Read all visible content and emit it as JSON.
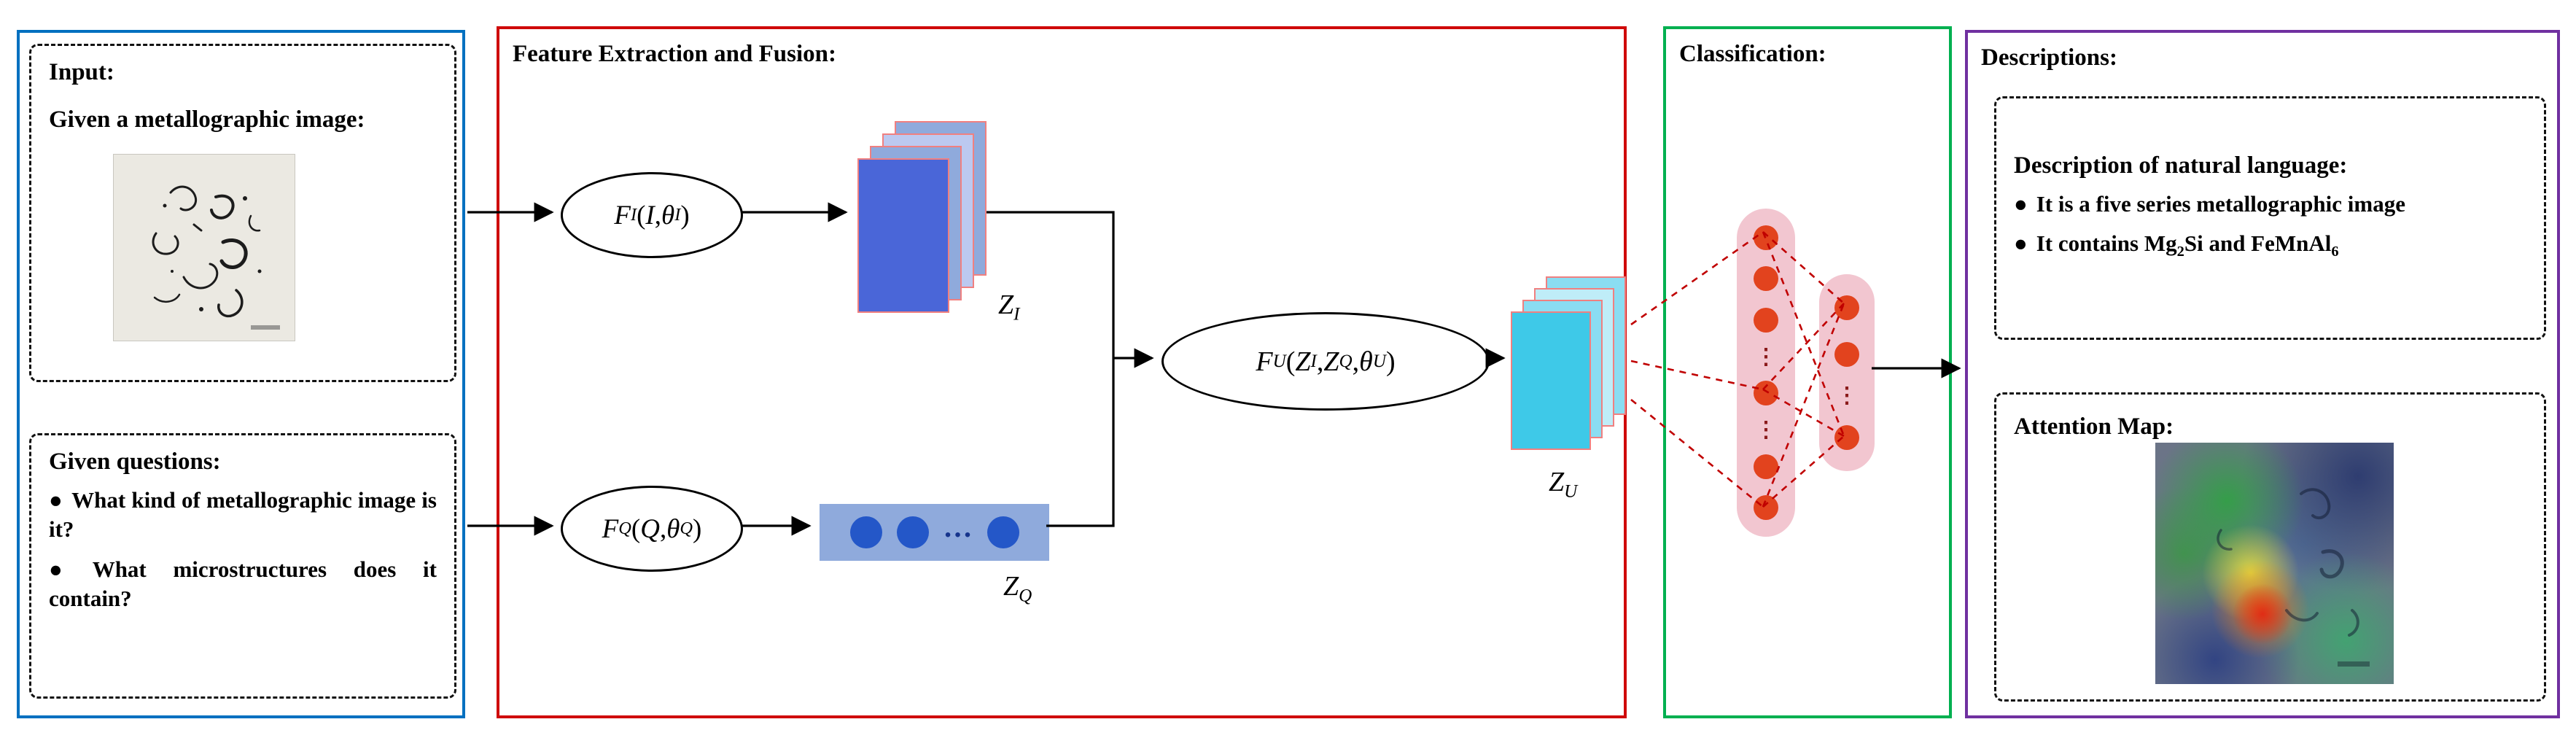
{
  "colors": {
    "blue": "#0070C0",
    "red": "#CF0A0A",
    "green": "#00B050",
    "purple": "#7030A0",
    "stack-front": "#4A66D8",
    "stack-mid": "#8FAADC",
    "stack-light": "#BCC9F0",
    "stack-border": "#F08080",
    "cyan-front": "#3EC9E8",
    "cyan-mid": "#8ADDF2",
    "cyan-light": "#BFEDF8",
    "vector-bg": "#8FAADC",
    "vector-dot": "#2457C8",
    "pill": "#F2C6D0",
    "neuron": "#E2431E",
    "wire": "#C00000"
  },
  "glyphs": {
    "bullet": "●",
    "vdots": "⋮",
    "hdots": "…"
  },
  "input": {
    "title": "Input:",
    "image_label": "Given a metallographic image:",
    "questions_title": "Given questions:",
    "questions": [
      "What kind of metallographic image is it?",
      "What microstructures does it contain?"
    ]
  },
  "fusion": {
    "title": "Feature Extraction and Fusion:",
    "formulas": {
      "f_image": [
        [
          "i",
          "F"
        ],
        [
          "isub",
          "I"
        ],
        [
          "n",
          "("
        ],
        [
          "i",
          "I"
        ],
        [
          "n",
          ","
        ],
        [
          "i",
          "θ"
        ],
        [
          "isub",
          "I"
        ],
        [
          "n",
          ")"
        ]
      ],
      "f_question": [
        [
          "i",
          "F"
        ],
        [
          "isub",
          "Q"
        ],
        [
          "n",
          "("
        ],
        [
          "i",
          "Q"
        ],
        [
          "n",
          ","
        ],
        [
          "i",
          "θ"
        ],
        [
          "isub",
          "Q"
        ],
        [
          "n",
          ")"
        ]
      ],
      "f_union": [
        [
          "i",
          "F"
        ],
        [
          "isub",
          "U"
        ],
        [
          "n",
          "("
        ],
        [
          "i",
          "Z"
        ],
        [
          "isub",
          "I"
        ],
        [
          "n",
          ", "
        ],
        [
          "i",
          "Z"
        ],
        [
          "isub",
          "Q"
        ],
        [
          "n",
          ", "
        ],
        [
          "i",
          "θ"
        ],
        [
          "isub",
          "U"
        ],
        [
          "n",
          ")"
        ]
      ],
      "z_i": [
        [
          "i",
          "Z"
        ],
        [
          "isub",
          "I"
        ]
      ],
      "z_q": [
        [
          "i",
          "Z"
        ],
        [
          "isub",
          "Q"
        ]
      ],
      "z_u": [
        [
          "i",
          "Z"
        ],
        [
          "isub",
          "U"
        ]
      ]
    }
  },
  "classification": {
    "title": "Classification:"
  },
  "descriptions": {
    "title": "Descriptions:",
    "nl_title": "Description of natural language:",
    "nl_item1": "It is a five series metallographic image",
    "nl_item2": [
      [
        "n",
        "It contains Mg"
      ],
      [
        "sub",
        "2"
      ],
      [
        "n",
        "Si and FeMnAl"
      ],
      [
        "sub",
        "6"
      ]
    ],
    "attention_title": "Attention Map:"
  }
}
